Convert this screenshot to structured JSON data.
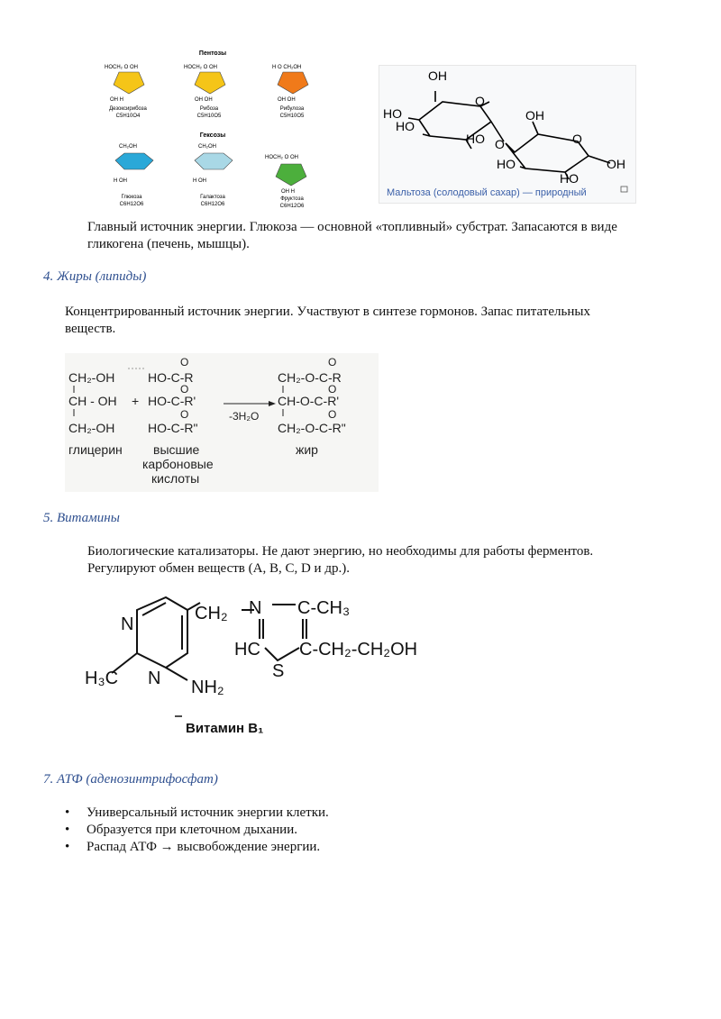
{
  "sugars": {
    "pentoses_title": "Пентозы",
    "hexoses_title": "Гексозы",
    "deoxyribose_name": "Дезоксирибоза",
    "deoxyribose_formula": "C5H10O4",
    "ribose_name": "Рибоза",
    "ribose_formula": "C5H10O5",
    "ribulose_name": "Рибулоза",
    "ribulose_formula": "C5H10O5",
    "glucose_name": "Глюкоза",
    "glucose_formula": "C6H12O6",
    "galactose_name": "Галактоза",
    "galactose_formula": "C6H12O6",
    "fructose_name": "Фруктоза",
    "fructose_formula": "C6H12O6",
    "colors": {
      "pentose_yellow": "#f5c518",
      "ribulose_orange": "#f07a1a",
      "glucose_blue": "#2aa8d8",
      "galactose_lightblue": "#a9d8e6",
      "fructose_green": "#4caf3c"
    }
  },
  "maltose": {
    "caption": "Мальтоза (солодовый сахар) — природный",
    "oh": "OH",
    "ho": "HO",
    "o": "O"
  },
  "carbs_text": "Главный источник энергии. Глюкоза — основной «топливный» субстрат. Запасаются в виде гликогена (печень, мышцы).",
  "section4": {
    "heading": "4. Жиры (липиды)",
    "text": "Концентрированный источник энергии. Участвуют в синтезе гормонов. Запас питательных веществ."
  },
  "fat_reaction": {
    "ch2oh": "CH₂-OH",
    "choh": "CH - OH",
    "acid_r": "HO-C-R",
    "acid_r1": "HO-C-R'",
    "acid_r2": "HO-C-R\"",
    "o": "O",
    "plus": "+",
    "arrow_label": "-3H₂O",
    "ester_r": "CH₂-O-C-R",
    "ester_r1": "CH-O-C-R'",
    "ester_r2": "CH₂-O-C-R\"",
    "label_glycerol": "глицерин",
    "label_acids_1": "высшие",
    "label_acids_2": "карбоновые",
    "label_acids_3": "кислоты",
    "label_fat": "жир"
  },
  "section5": {
    "heading": "5. Витамины",
    "text": "Биологические катализаторы. Не дают энергию, но необходимы для работы ферментов. Регулируют обмен веществ (A, B, C, D и др.)."
  },
  "vitamin_b1": {
    "n": "N",
    "ch2": "CH₂",
    "ch3": "C-CH₃",
    "hc": "HC",
    "side_chain": "C-CH₂-CH₂OH",
    "s": "S",
    "h3c": "H₃C",
    "nh2": "NH₂",
    "label": "Витамин B₁"
  },
  "section7": {
    "heading": "7. АТФ (аденозинтрифосфат)",
    "bullet": "•",
    "items": [
      "Универсальный источник энергии клетки.",
      "Образуется при клеточном дыхании.",
      "Распад АТФ → высвобождение энергии."
    ]
  }
}
